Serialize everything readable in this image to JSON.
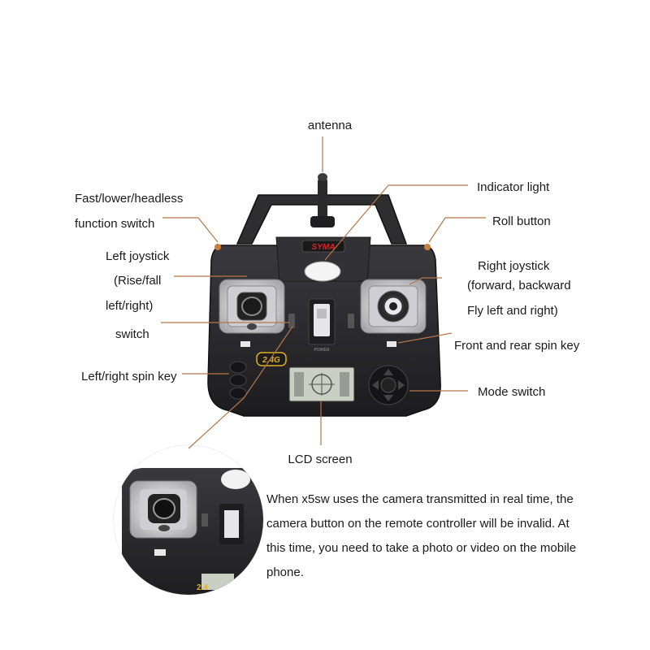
{
  "labels": {
    "antenna": "antenna",
    "fast_switch_line1": "Fast/lower/headless",
    "fast_switch_line2": "function switch",
    "indicator_light": "Indicator light",
    "roll_button": "Roll button",
    "left_joystick_line1": "Left joystick",
    "left_joystick_line2": "(Rise/fall",
    "left_joystick_line3": "left/right)",
    "left_joystick_line4": "switch",
    "right_joystick_line1": "Right joystick",
    "right_joystick_line2": "(forward, backward",
    "right_joystick_line3": "Fly left and right)",
    "front_rear_spin_key": "Front and rear spin key",
    "left_right_spin_key": "Left/right spin key",
    "mode_switch": "Mode switch",
    "lcd_screen": "LCD screen"
  },
  "device": {
    "brand": "SYMA",
    "frequency_badge": "2.4G",
    "power_label": "POWER"
  },
  "note": {
    "line1": "When x5sw uses the camera transmitted in real time, the",
    "line2": "camera button on the remote controller will be invalid. At",
    "line3": "this time, you need to take a photo or video on the mobile",
    "line4": "phone."
  },
  "colors": {
    "leader_line": "#b5764a",
    "controller_body": "#2b2b2e",
    "brand_red": "#d8242a",
    "badge_gold": "#e0b020"
  }
}
